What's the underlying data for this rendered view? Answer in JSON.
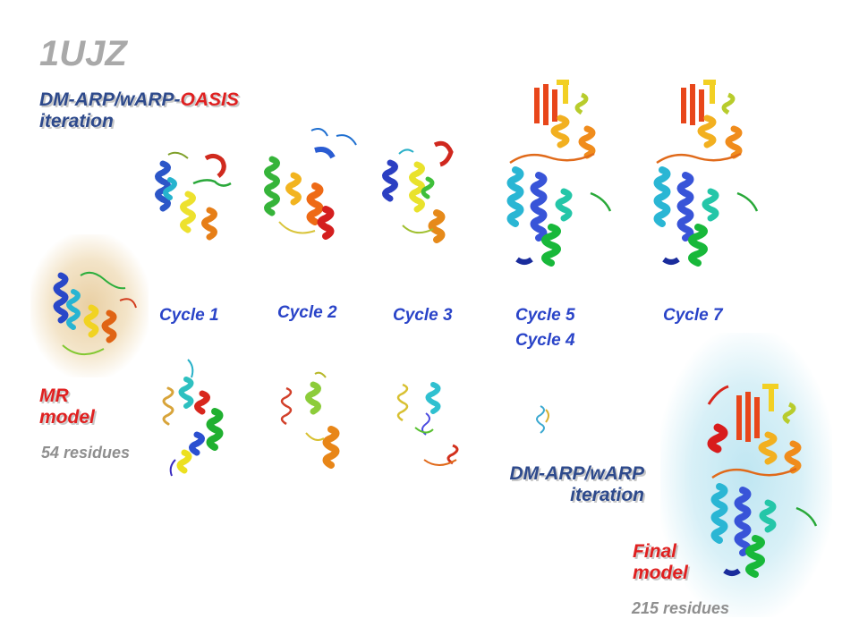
{
  "title": "1UJZ",
  "oasis_iteration": {
    "line1_blue": "DM-ARP/wARP-",
    "line1_red": "OASIS",
    "line2": "iteration"
  },
  "arp_iteration": {
    "line1": "DM-ARP/wARP",
    "line2": "iteration"
  },
  "mr_model": {
    "line1": "MR",
    "line2": "model",
    "residues": "54 residues",
    "glow_color": "#e9cfa3"
  },
  "final_model": {
    "line1": "Final",
    "line2": "model",
    "residues": "215 residues",
    "glow_color": "#bfe6f2"
  },
  "cycle_labels": {
    "c1": "Cycle 1",
    "c2": "Cycle 2",
    "c3": "Cycle 3",
    "c5": "Cycle 5",
    "c4": "Cycle 4",
    "c7": "Cycle 7"
  },
  "colors": {
    "title": "#a9a9a9",
    "heading_blue": "#2e4a8c",
    "heading_red": "#e02020",
    "cycle_blue": "#2a44c8",
    "residues_gray": "#8f8f8f"
  }
}
